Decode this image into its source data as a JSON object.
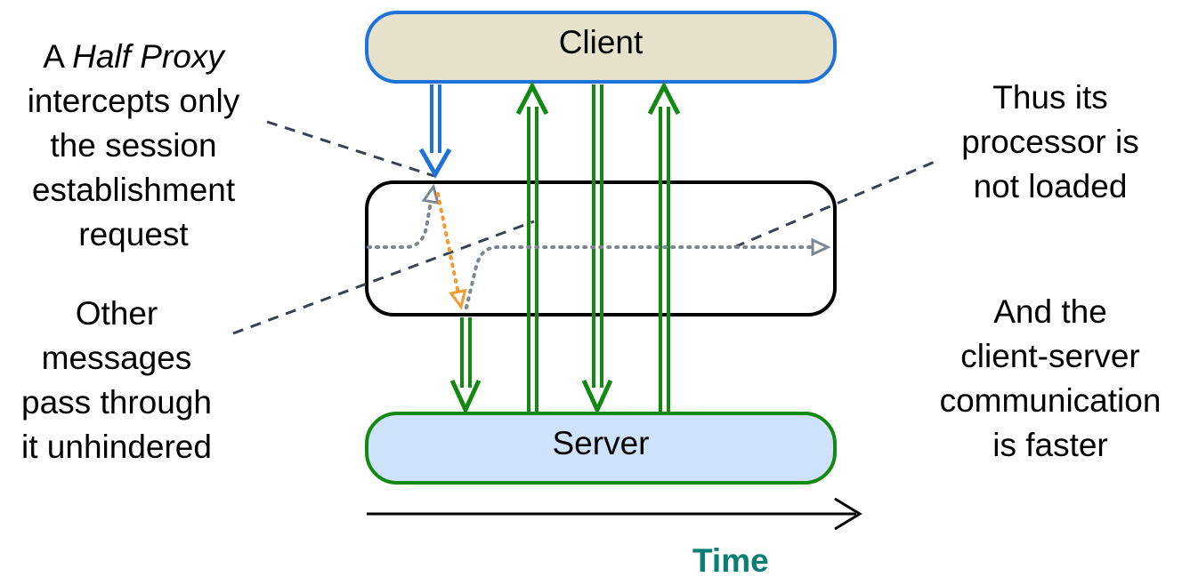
{
  "boxes": {
    "client": {
      "label": "Client",
      "fill": "#e5e1cb",
      "stroke": "#1f73d8"
    },
    "proxy": {
      "label": "",
      "fill": "#ffffff",
      "stroke": "#000000"
    },
    "server": {
      "label": "Server",
      "fill": "#cfe2fb",
      "stroke": "#128a12"
    }
  },
  "captions": {
    "top_left": {
      "line1_pre": "A ",
      "line1_em": "Half Proxy",
      "line2": "intercepts only",
      "line3": "the session",
      "line4": "establishment",
      "line5": "request"
    },
    "bottom_left": {
      "line1": "Other",
      "line2": "messages",
      "line3": "pass through",
      "line4": "it unhindered"
    },
    "top_right": {
      "line1": "Thus its",
      "line2": "processor is",
      "line3": "not loaded"
    },
    "bottom_right": {
      "line1": "And the",
      "line2": "client-server",
      "line3": "communication",
      "line4": "is faster"
    }
  },
  "time_axis": {
    "label": "Time",
    "label_color": "#0b7d73"
  },
  "colors": {
    "client_arrow": "#1f73d8",
    "server_arrows": "#128a12",
    "proxy_internal": "#f39a2f",
    "pass_through": "#7e8791",
    "callout_lines": "#3a4250"
  }
}
